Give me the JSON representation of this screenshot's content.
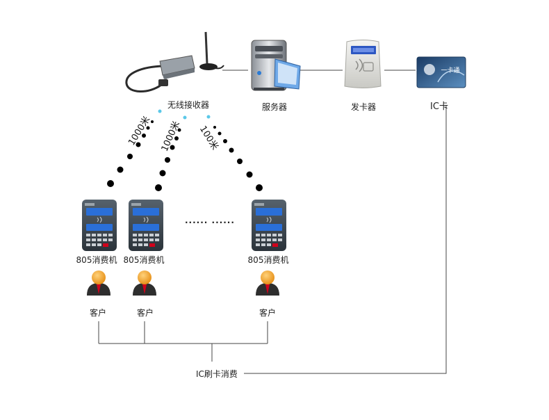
{
  "nodes": {
    "receiver": {
      "label": "无线接收器",
      "icon": "wireless-receiver-icon"
    },
    "server": {
      "label": "服务器",
      "icon": "server-icon"
    },
    "card_issuer": {
      "label": "发卡器",
      "icon": "card-reader-icon"
    },
    "ic_card": {
      "label": "IC卡",
      "icon": "ic-card-icon",
      "card_text": "一卡通"
    }
  },
  "distances": [
    "1000米",
    "1000米",
    "100米"
  ],
  "terminals": [
    {
      "label": "805消费机",
      "icon": "pos-terminal-icon"
    },
    {
      "label": "805消费机",
      "icon": "pos-terminal-icon"
    },
    {
      "label": "805消费机",
      "icon": "pos-terminal-icon"
    }
  ],
  "ellipsis": "...... ......",
  "customers": [
    {
      "label": "客户",
      "icon": "person-icon"
    },
    {
      "label": "客户",
      "icon": "person-icon"
    },
    {
      "label": "客户",
      "icon": "person-icon"
    }
  ],
  "bottom_label": "IC刷卡消费",
  "colors": {
    "line": "#444444",
    "dots": "#000000",
    "signal": "#5bc8e8",
    "person_head": "#f5a623",
    "person_body": "#2e2e2e",
    "tie": "#d0021b",
    "terminal": "#3d4a55",
    "screen": "#2a6fd8"
  }
}
